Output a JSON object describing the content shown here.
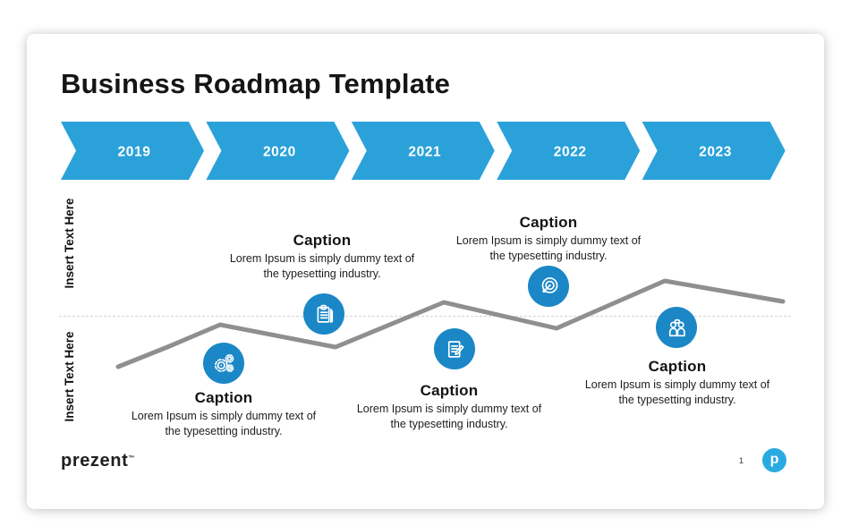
{
  "slide": {
    "title": "Business Roadmap Template",
    "page_number": "1"
  },
  "timeline": {
    "years": [
      "2019",
      "2020",
      "2021",
      "2022",
      "2023"
    ]
  },
  "side_labels": [
    "Insert Text Here",
    "Insert Text Here"
  ],
  "milestones": [
    {
      "icon": "gears-icon",
      "caption_title": "Caption",
      "caption_body": "Lorem Ipsum is simply dummy text of the typesetting industry."
    },
    {
      "icon": "clipboard-icon",
      "caption_title": "Caption",
      "caption_body": "Lorem Ipsum is simply dummy text of the typesetting industry."
    },
    {
      "icon": "edit-doc-icon",
      "caption_title": "Caption",
      "caption_body": "Lorem Ipsum is simply dummy text of the typesetting industry."
    },
    {
      "icon": "target-icon",
      "caption_title": "Caption",
      "caption_body": "Lorem Ipsum is simply dummy text of the typesetting industry."
    },
    {
      "icon": "people-icon",
      "caption_title": "Caption",
      "caption_body": "Lorem Ipsum is simply dummy text of the typesetting industry."
    }
  ],
  "footer": {
    "brand": "prezent",
    "brand_tm": "™",
    "logo_letter": "p"
  },
  "colors": {
    "arrow_blue": "#2BA1DA",
    "icon_blue": "#1B87C6",
    "logo_blue": "#29ABE2",
    "line_gray": "#8F8F8F",
    "year_text": "#FFFFFF"
  }
}
